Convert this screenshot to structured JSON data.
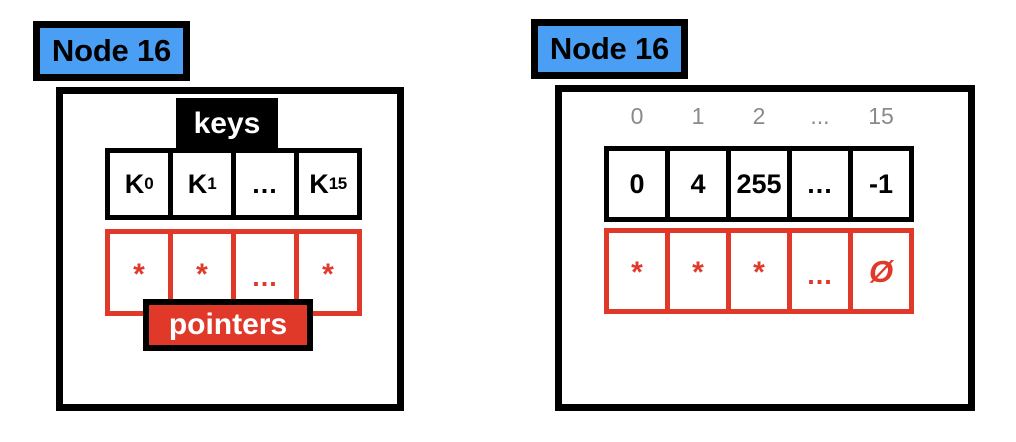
{
  "diagrams": [
    {
      "id": "abstract",
      "title": "Node 16",
      "keys_caption": "keys",
      "pointers_caption": "pointers",
      "keys": [
        {
          "base": "K",
          "sub": "0"
        },
        {
          "base": "K",
          "sub": "1"
        },
        {
          "base": "...",
          "sub": ""
        },
        {
          "base": "K",
          "sub": "15"
        }
      ],
      "pointers": [
        "*",
        "*",
        "...",
        "*"
      ]
    },
    {
      "id": "concrete",
      "title": "Node 16",
      "indices": [
        "0",
        "1",
        "2",
        "...",
        "15"
      ],
      "values": [
        "0",
        "4",
        "255",
        "...",
        "-1"
      ],
      "pointers": [
        "*",
        "*",
        "*",
        "...",
        "Ø"
      ]
    }
  ],
  "colors": {
    "tag_blue": "#4a9ff5",
    "pointer_red": "#e0392a",
    "outline_black": "#000000",
    "index_gray": "#8a8a8a",
    "background": "#ffffff"
  }
}
